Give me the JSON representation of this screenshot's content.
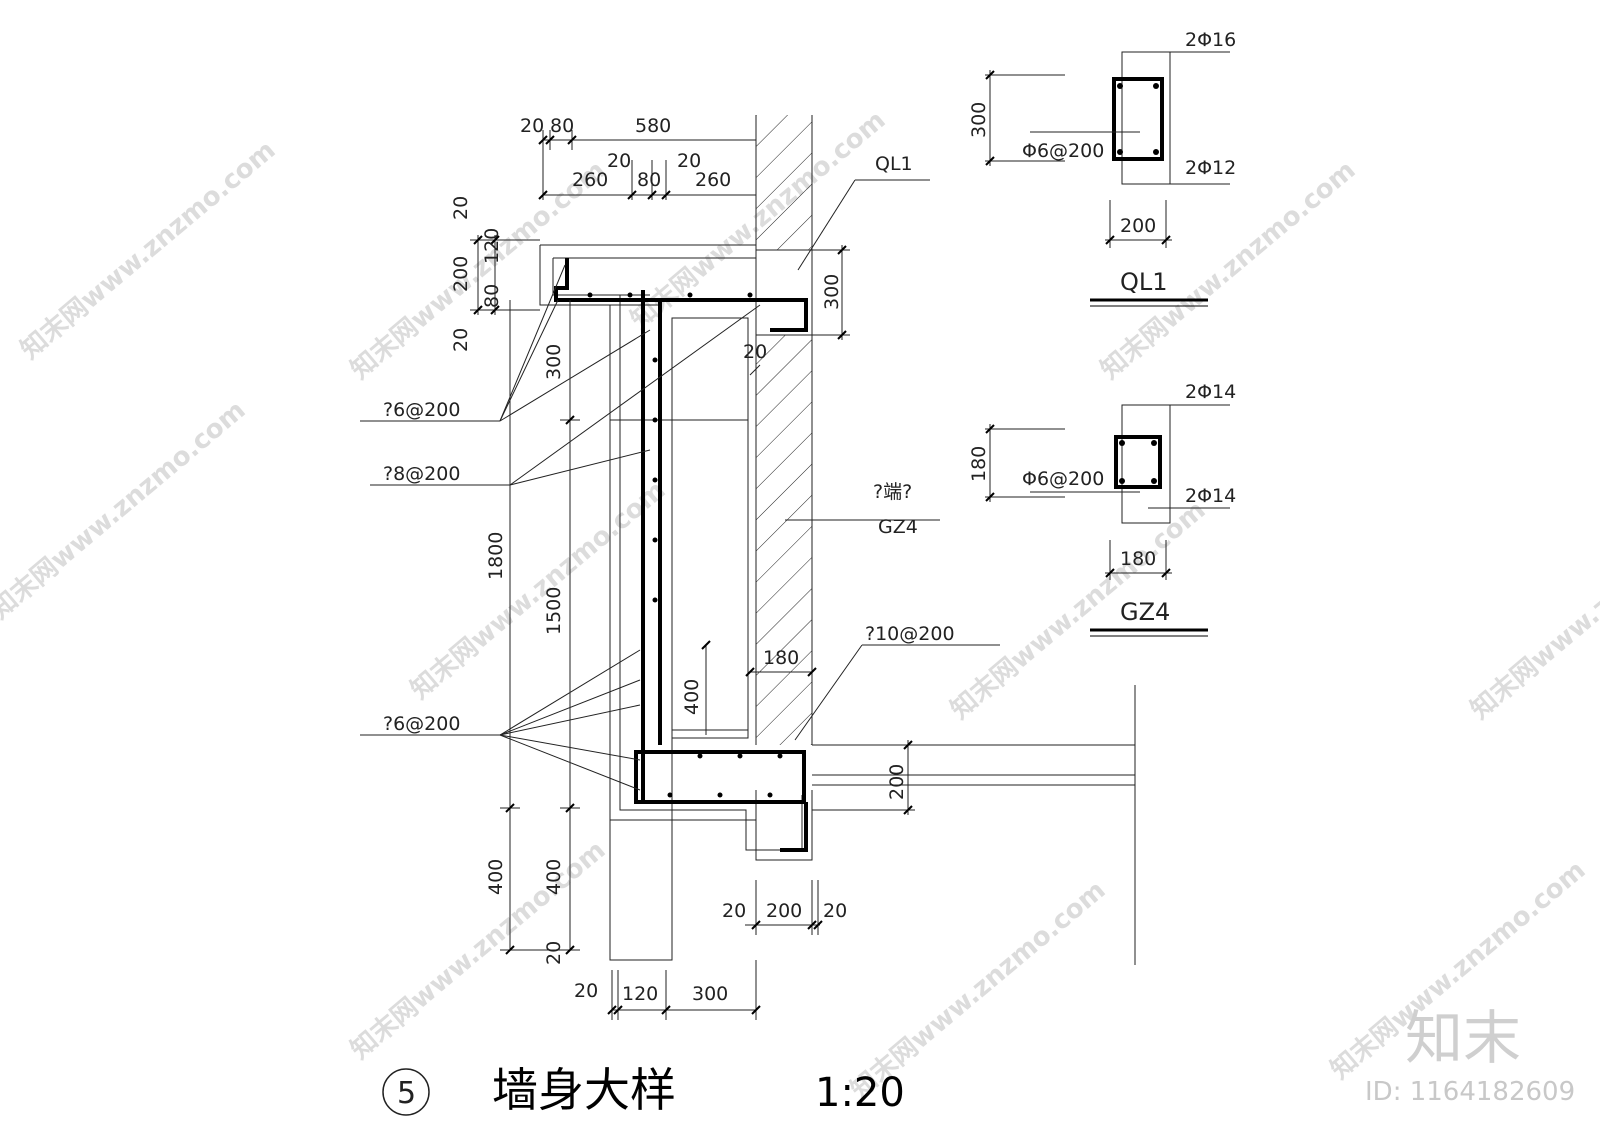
{
  "drawing": {
    "detail_number": "5",
    "title": "墙身大样",
    "scale": "1:20"
  },
  "dimensions": {
    "d20a": "20",
    "d80a": "80",
    "d580": "580",
    "d20b": "20",
    "d20c": "20",
    "d260a": "260",
    "d80b": "80",
    "d260b": "260",
    "v20a": "20",
    "v120": "120",
    "v200": "200",
    "v80": "80",
    "v20b": "20",
    "v300": "300",
    "v1800": "1800",
    "v1500": "1500",
    "v400a": "400",
    "v400b": "400",
    "v20c": "20",
    "v400c": "400",
    "ql_300": "300",
    "d20d": "20",
    "d180": "180",
    "slab_200": "200",
    "b20a": "20",
    "b200": "200",
    "b20b": "20",
    "c20": "20",
    "c120": "120",
    "c300": "300"
  },
  "labels": {
    "ql1": "QL1",
    "rebar_6a": "?6@200",
    "rebar_8": "?8@200",
    "rebar_6b": "?6@200",
    "rebar_10": "?10@200",
    "gz4_note": "?端?",
    "gz4": "GZ4"
  },
  "section_ql1": {
    "top_bars": "2Φ16",
    "stirrup": "Φ6@200",
    "bottom_bars": "2Φ12",
    "height": "300",
    "width": "200",
    "title": "QL1"
  },
  "section_gz4": {
    "top_bars": "2Φ14",
    "stirrup": "Φ6@200",
    "bottom_bars": "2Φ14",
    "height": "180",
    "width": "180",
    "title": "GZ4"
  },
  "watermark": {
    "site": "知末网www.znzmo.com",
    "brand": "知末",
    "id": "ID: 1164182609"
  },
  "colors": {
    "line": "#111111",
    "background": "#ffffff",
    "watermark": "#dcdcdc"
  }
}
